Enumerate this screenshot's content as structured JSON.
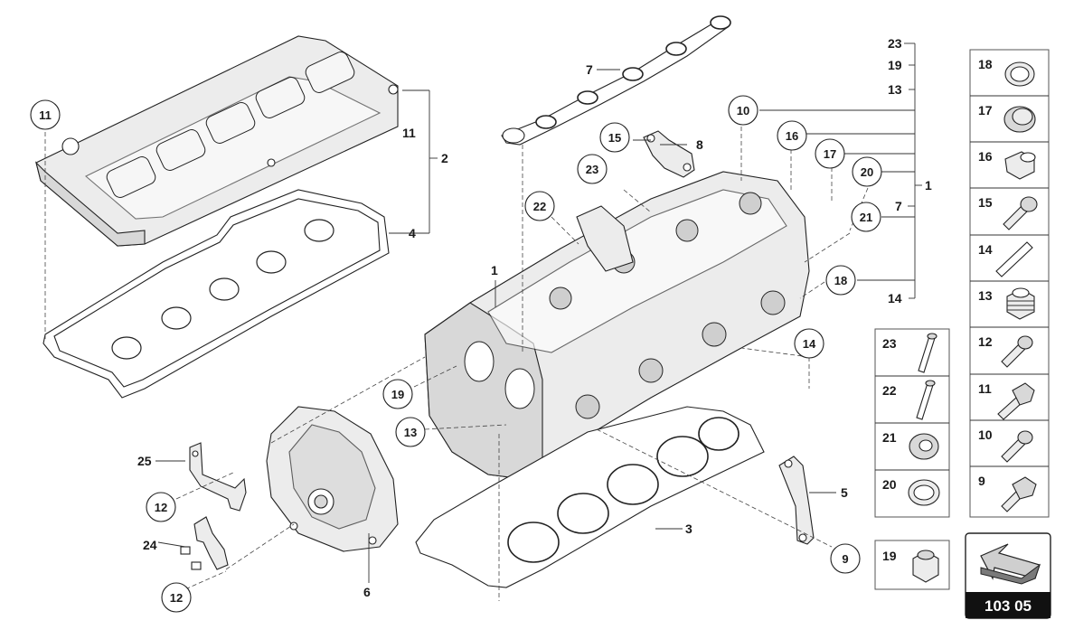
{
  "diagram": {
    "page_code": "103 05",
    "callouts": {
      "c11": "11",
      "c10": "10",
      "c15": "15",
      "c16": "16",
      "c17": "17",
      "c20": "20",
      "c23": "23",
      "c22": "22",
      "c21": "21",
      "c18": "18",
      "c14": "14",
      "c19": "19",
      "c13": "13",
      "c12a": "12",
      "c12b": "12",
      "c9": "9"
    },
    "labels": {
      "l7top": "7",
      "l8": "8",
      "l11": "11",
      "l2": "2",
      "l4": "4",
      "l1main": "1",
      "l23r": "23",
      "l19r": "19",
      "l13r": "13",
      "l1r": "1",
      "l7r": "7",
      "l14r": "14",
      "l25": "25",
      "l24": "24",
      "l6": "6",
      "l3": "3",
      "l5": "5"
    },
    "legend_right": [
      "18",
      "17",
      "16",
      "15",
      "14",
      "13",
      "12",
      "11",
      "10",
      "9"
    ],
    "legend_left": [
      "23",
      "22",
      "21",
      "20"
    ],
    "legend_single": "19"
  }
}
